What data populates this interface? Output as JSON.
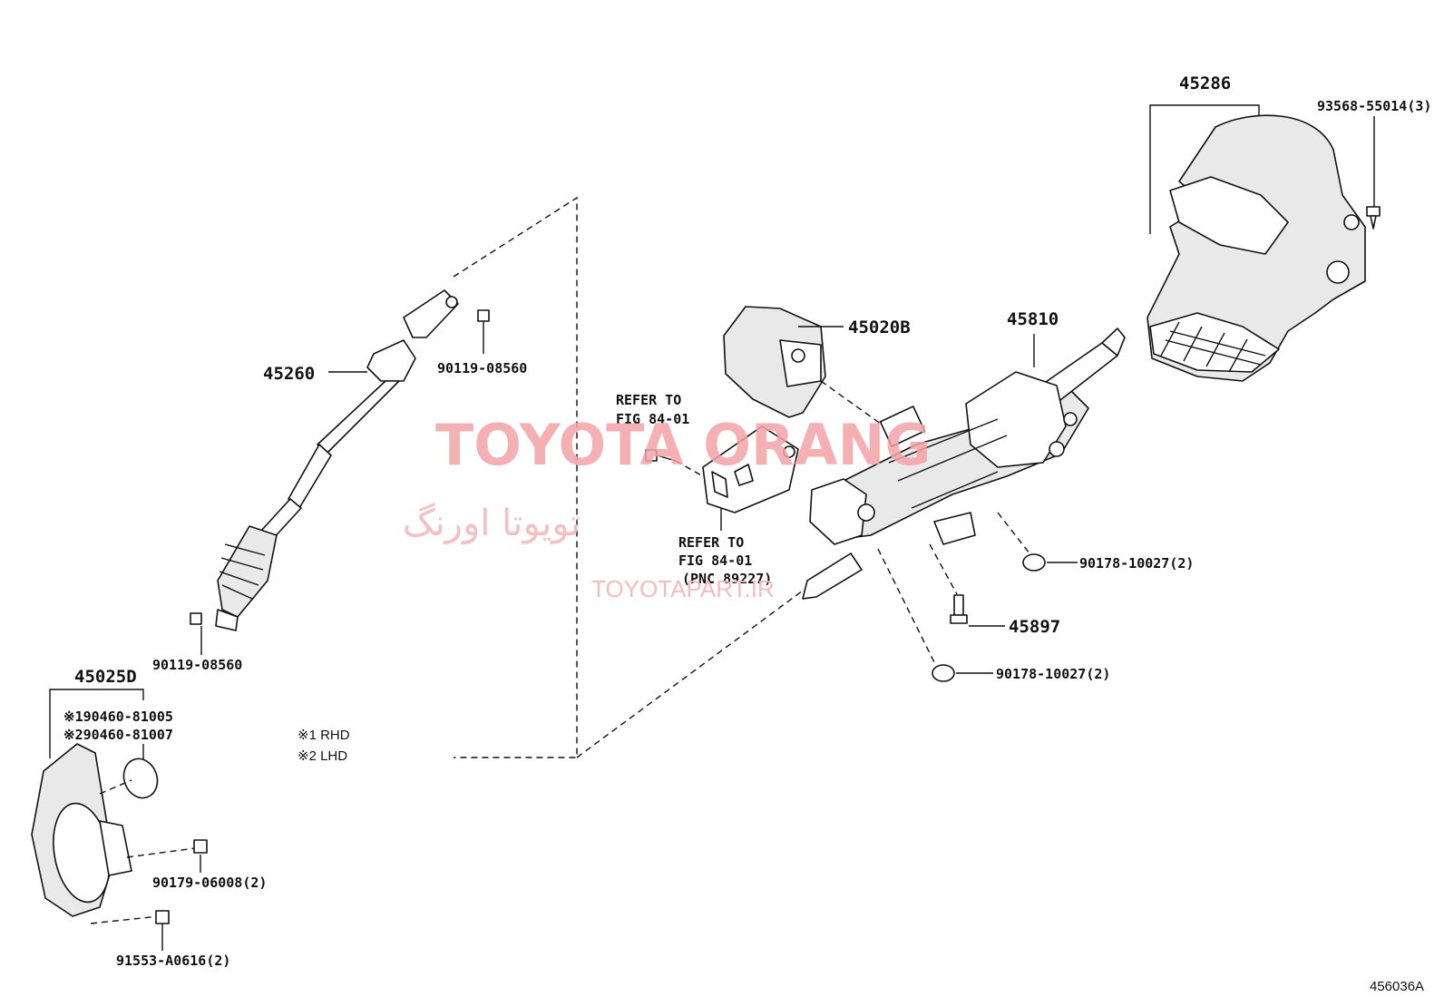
{
  "labels": {
    "p45286": "45286",
    "p93568": "93568-55014(3)",
    "p45020B": "45020B",
    "p45810": "45810",
    "p45260": "45260",
    "p90119_top": "90119-08560",
    "p90119_bot": "90119-08560",
    "refer1_line1": "REFER TO",
    "refer1_line2": "FIG 84-01",
    "refer2_line1": "REFER TO",
    "refer2_line2": "FIG 84-01",
    "refer2_line3": "(PNC 89227)",
    "p90178_a": "90178-10027(2)",
    "p45897": "45897",
    "p90178_b": "90178-10027(2)",
    "p45025D": "45025D",
    "p90460_1": "※190460-81005",
    "p90460_2": "※290460-81007",
    "p90179": "90179-06008(2)",
    "p91553": "91553-A0616(2)"
  },
  "notes": {
    "rhd": "※1 RHD",
    "lhd": "※2 LHD"
  },
  "watermark": {
    "brand": "TOYOTA ORANG",
    "persian": "تویوتا اورنگ",
    "url": "TOYOTAPART.IR"
  },
  "diagram_code": "456036A",
  "colors": {
    "line": "#111111",
    "watermark": "#f3a3a6"
  }
}
